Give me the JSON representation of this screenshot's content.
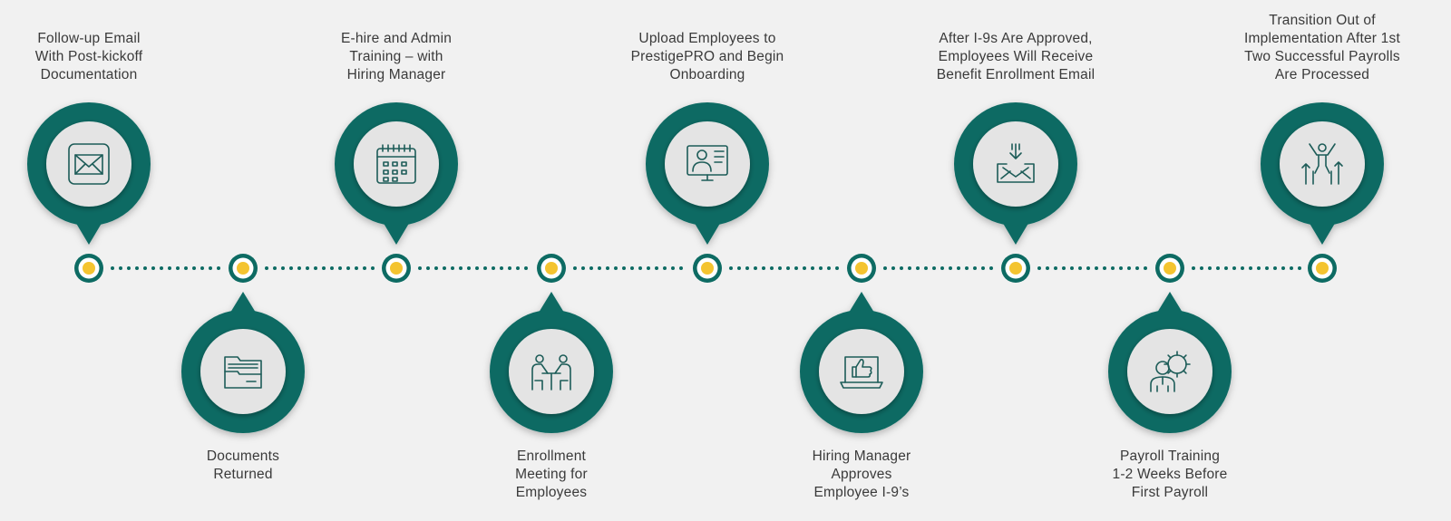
{
  "colors": {
    "background": "#f1f1f1",
    "teal": "#0d6b63",
    "inner_circle": "#e4e4e4",
    "dot_fill": "#f4c430",
    "icon_stroke": "#1d5c58",
    "text": "#3a3a3a"
  },
  "steps": [
    {
      "label": "Follow-up Email\nWith Post-kickoff\nDocumentation",
      "position": "top",
      "icon": "envelope-icon"
    },
    {
      "label": "Documents\nReturned",
      "position": "bottom",
      "icon": "folder-icon"
    },
    {
      "label": "E-hire and Admin\nTraining – with\nHiring Manager",
      "position": "top",
      "icon": "calendar-icon"
    },
    {
      "label": "Enrollment\nMeeting for\nEmployees",
      "position": "bottom",
      "icon": "meeting-icon"
    },
    {
      "label": "Upload Employees to\nPrestigePRO and Begin\nOnboarding",
      "position": "top",
      "icon": "computer-user-icon"
    },
    {
      "label": "Hiring Manager\nApproves\nEmployee I-9’s",
      "position": "bottom",
      "icon": "thumbs-up-laptop-icon"
    },
    {
      "label": "After I-9s Are Approved,\nEmployees Will Receive\nBenefit Enrollment Email",
      "position": "top",
      "icon": "inbox-download-icon"
    },
    {
      "label": "Payroll Training\n1-2 Weeks Before\nFirst Payroll",
      "position": "bottom",
      "icon": "person-gear-icon"
    },
    {
      "label": "Transition Out of\nImplementation After 1st\nTwo Successful Payrolls\nAre Processed",
      "position": "top",
      "icon": "celebration-growth-icon"
    }
  ]
}
